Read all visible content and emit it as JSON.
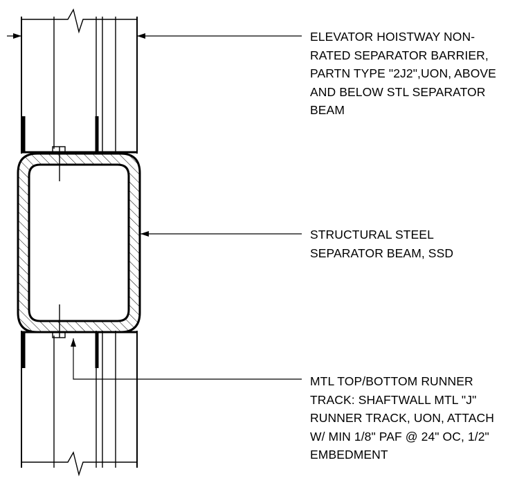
{
  "annotations": [
    {
      "id": "elevator-hoistway-barrier",
      "lines": [
        "ELEVATOR HOISTWAY NON-",
        "RATED SEPARATOR BARRIER,",
        "PARTN TYPE \"2J2\",UON, ABOVE",
        "AND BELOW STL SEPARATOR",
        "BEAM"
      ]
    },
    {
      "id": "structural-steel-beam",
      "lines": [
        "STRUCTURAL STEEL",
        "SEPARATOR BEAM, SSD"
      ]
    },
    {
      "id": "runner-track",
      "lines": [
        "MTL TOP/BOTTOM RUNNER",
        "TRACK: SHAFTWALL MTL \"J\"",
        "RUNNER TRACK, UON, ATTACH",
        "W/ MIN 1/8\" PAF @ 24\" OC, 1/2\"",
        "EMBEDMENT"
      ]
    }
  ],
  "colors": {
    "linework": "#000000",
    "background": "#ffffff"
  }
}
